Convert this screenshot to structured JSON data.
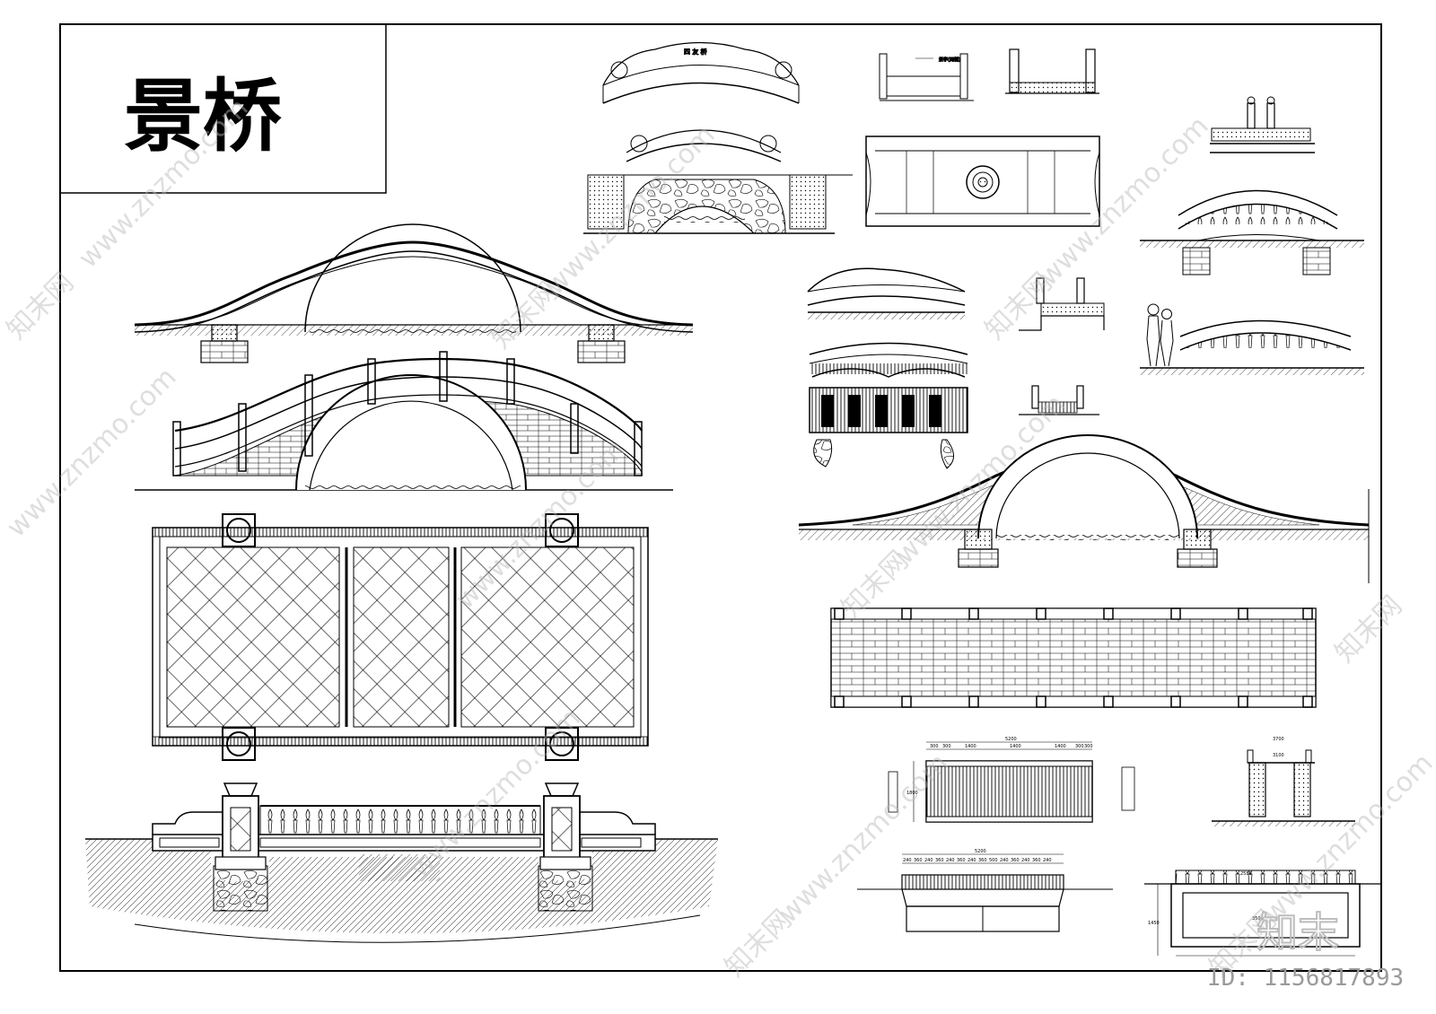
{
  "title": "景桥",
  "watermark": {
    "site": "www.znzmo.com",
    "brand_cn": "知末网",
    "logo": "知末",
    "id_label": "ID: 1156817893"
  },
  "drawing_labels": {
    "seal_text": "四 友 桥",
    "bridge_name_tag": "景亭(两侧)",
    "dims_plan_top": [
      "300",
      "300",
      "1400",
      "1400",
      "1400",
      "300",
      "300"
    ],
    "dim_plan_total": "5200",
    "dim_side_elev": "1800",
    "dims_elev_small": [
      "240",
      "360",
      "240",
      "360",
      "240",
      "360",
      "240",
      "360",
      "500",
      "240",
      "360",
      "240",
      "360",
      "240"
    ],
    "dim_elev_total": "5200",
    "dims_section": [
      "3700",
      "3100",
      "2580",
      "3500"
    ],
    "dim_section_vertical": "1450"
  },
  "colors": {
    "line": "#000000",
    "watermark": "#b8b8b8"
  }
}
